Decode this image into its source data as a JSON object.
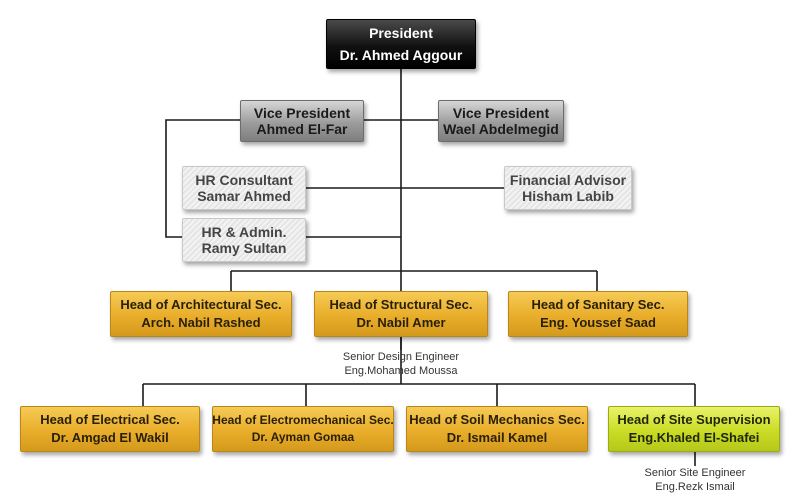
{
  "president": {
    "title": "President",
    "name": "Dr. Ahmed Aggour"
  },
  "vice_presidents": [
    {
      "title": "Vice President",
      "name": "Ahmed El-Far"
    },
    {
      "title": "Vice President",
      "name": "Wael Abdelmegid"
    }
  ],
  "hr_consultant": {
    "title": "HR Consultant",
    "name": "Samar Ahmed"
  },
  "hr_admin": {
    "title": "HR & Admin.",
    "name": "Ramy Sultan"
  },
  "financial_advisor": {
    "title": "Financial Advisor",
    "name": "Hisham Labib"
  },
  "heads_row1": [
    {
      "title": "Head of Architectural Sec.",
      "name": "Arch. Nabil Rashed"
    },
    {
      "title": "Head of Structural Sec.",
      "name": "Dr. Nabil Amer"
    },
    {
      "title": "Head of Sanitary Sec.",
      "name": "Eng. Youssef Saad"
    }
  ],
  "structural_note": {
    "title": "Senior Design Engineer",
    "name": "Eng.Mohamed Moussa"
  },
  "heads_row2": [
    {
      "title": "Head of Electrical Sec.",
      "name": "Dr. Amgad El Wakil"
    },
    {
      "title": "Head of Electromechanical Sec.",
      "name": "Dr. Ayman Gomaa"
    },
    {
      "title": "Head of Soil Mechanics Sec.",
      "name": "Dr. Ismail Kamel"
    },
    {
      "title": "Head of Site Supervision",
      "name": "Eng.Khaled El-Shafei"
    }
  ],
  "site_note": {
    "title": "Senior Site Engineer",
    "name": "Eng.Rezk Ismail"
  }
}
